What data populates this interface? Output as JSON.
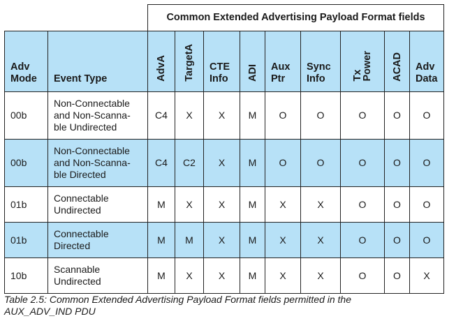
{
  "group_header": "Common Extended Advertising Payload Format fields",
  "columns": {
    "adv_mode": [
      "Adv",
      "Mode"
    ],
    "event_type": "Event Type",
    "adva": "AdvA",
    "targeta": "TargetA",
    "cte_info": [
      "CTE",
      "Info"
    ],
    "adi": "ADI",
    "aux_ptr": [
      "Aux",
      "Ptr"
    ],
    "sync_info": [
      "Sync",
      "Info"
    ],
    "tx_power": [
      "Tx",
      "Power"
    ],
    "acad": "ACAD",
    "adv_data": [
      "Adv",
      "Data"
    ]
  },
  "rows": [
    {
      "mode": "00b",
      "event": [
        "Non-Connectable",
        "and Non-Scanna-",
        "ble Undirected"
      ],
      "values": [
        "C4",
        "X",
        "X",
        "M",
        "O",
        "O",
        "O",
        "O",
        "O"
      ]
    },
    {
      "mode": "00b",
      "event": [
        "Non-Connectable",
        "and Non-Scanna-",
        "ble Directed"
      ],
      "values": [
        "C4",
        "C2",
        "X",
        "M",
        "O",
        "O",
        "O",
        "O",
        "O"
      ]
    },
    {
      "mode": "01b",
      "event": [
        "Connectable",
        "Undirected"
      ],
      "values": [
        "M",
        "X",
        "X",
        "M",
        "X",
        "X",
        "O",
        "O",
        "O"
      ]
    },
    {
      "mode": "01b",
      "event": [
        "Connectable",
        "Directed"
      ],
      "values": [
        "M",
        "M",
        "X",
        "M",
        "X",
        "X",
        "O",
        "O",
        "O"
      ]
    },
    {
      "mode": "10b",
      "event": [
        "Scannable",
        "Undirected"
      ],
      "values": [
        "M",
        "X",
        "X",
        "M",
        "X",
        "X",
        "O",
        "O",
        "X"
      ]
    }
  ],
  "caption": {
    "line1": "Table 2.5:  Common Extended Advertising Payload Format fields permitted in the",
    "line2": "AUX_ADV_IND PDU"
  },
  "colors": {
    "header_blue": "#b7e1f7",
    "border": "#222222"
  }
}
